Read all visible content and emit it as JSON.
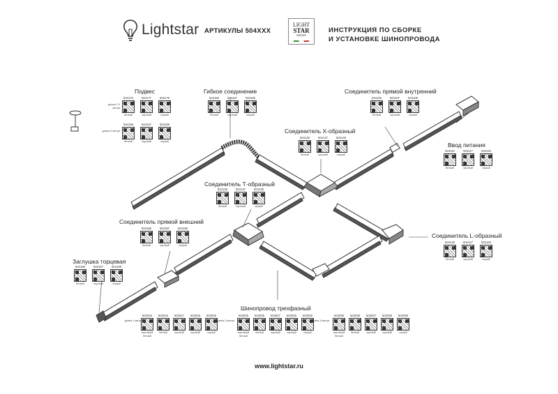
{
  "header": {
    "brand": "Lightstar",
    "articles": "АРТИКУЛЫ 504XXX",
    "group_logo": [
      "LIGHT",
      "STAR",
      "GROUP"
    ],
    "title_line1": "ИНСТРУКЦИЯ ПО СБОРКЕ",
    "title_line2": "И УСТАНОВКЕ ШИНОПРОВОДА"
  },
  "labels": {
    "suspension": "Подвес",
    "flexible": "Гибкое соединение",
    "straight_inner": "Соединитель прямой внутренний",
    "x_connector": "Соединитель Х-образный",
    "power_input": "Ввод питания",
    "t_connector": "Соединитель Т-образный",
    "straight_outer": "Соединитель прямой внешний",
    "l_connector": "Соединитель L-образный",
    "end_cap": "Заглушка торцевая",
    "track": "Шинопровод трехфазный"
  },
  "lengths": {
    "s1": "длина 1.5 метра",
    "s2": "длина 3 метра",
    "t1": "длина 1 метр",
    "t2": "длина 2 метра",
    "t3": "длина 3 метра"
  },
  "products": {
    "suspension_a": [
      [
        "504176",
        "белый"
      ],
      [
        "504177",
        "черный"
      ],
      [
        "504179",
        "серый"
      ]
    ],
    "suspension_b": [
      [
        "504196",
        "белый"
      ],
      [
        "504197",
        "черный"
      ],
      [
        "504199",
        "серый"
      ]
    ],
    "flexible": [
      [
        "504156",
        "белый"
      ],
      [
        "504157",
        "черный"
      ],
      [
        "504159",
        "серый"
      ]
    ],
    "straight_inner": [
      [
        "504106",
        "белый"
      ],
      [
        "504107",
        "черный"
      ],
      [
        "504109",
        "серый"
      ]
    ],
    "x_connector": [
      [
        "504146",
        "белый"
      ],
      [
        "504147",
        "черный"
      ],
      [
        "504149",
        "серый"
      ]
    ],
    "power_input": [
      [
        "504116",
        "белый"
      ],
      [
        "504117",
        "черный"
      ],
      [
        "504119",
        "серый"
      ]
    ],
    "t_connector": [
      [
        "504136",
        "белый"
      ],
      [
        "504137",
        "черный"
      ],
      [
        "504139",
        "серый"
      ]
    ],
    "straight_outer": [
      [
        "504186",
        "белый"
      ],
      [
        "504187",
        "черный"
      ],
      [
        "504189",
        "серый"
      ]
    ],
    "l_connector": [
      [
        "504126",
        "белый"
      ],
      [
        "504127",
        "черный"
      ],
      [
        "504129",
        "серый"
      ]
    ],
    "end_cap": [
      [
        "504166",
        "белый"
      ],
      [
        "504167",
        "черный"
      ],
      [
        "504169",
        "серый"
      ]
    ],
    "track_1m": [
      [
        "504015",
        "матовый белый"
      ],
      [
        "504016",
        "белый"
      ],
      [
        "504017",
        "черный"
      ],
      [
        "504018",
        "черный"
      ],
      [
        "504019",
        "серый"
      ]
    ],
    "track_2m": [
      [
        "504025",
        "матовый белый"
      ],
      [
        "504026",
        "белый"
      ],
      [
        "504027",
        "черный"
      ],
      [
        "504028",
        "черный"
      ],
      [
        "504029",
        "серый"
      ]
    ],
    "track_3m": [
      [
        "504035",
        "матовый белый"
      ],
      [
        "504036",
        "белый"
      ],
      [
        "504037",
        "черный"
      ],
      [
        "504038",
        "черный"
      ],
      [
        "504039",
        "серый"
      ]
    ]
  },
  "footer": "www.lightstar.ru"
}
